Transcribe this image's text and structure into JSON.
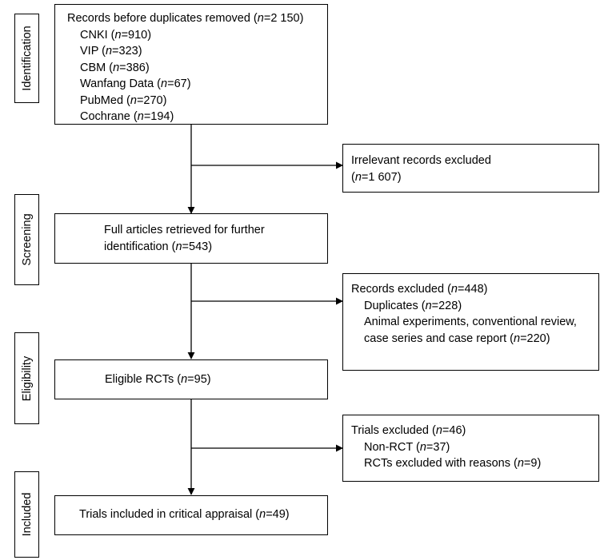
{
  "stages": [
    {
      "id": "identification",
      "label": "Identification"
    },
    {
      "id": "screening",
      "label": "Screening"
    },
    {
      "id": "eligibility",
      "label": "Eligibility"
    },
    {
      "id": "included",
      "label": "Included"
    }
  ],
  "main_boxes": [
    {
      "id": "records",
      "lines": [
        {
          "pre": "Records before duplicates removed (",
          "n": "2 150",
          "post": ")"
        },
        {
          "pre": "CNKI (",
          "n": "910",
          "post": ")"
        },
        {
          "pre": "VIP (",
          "n": "323",
          "post": ")"
        },
        {
          "pre": "CBM (",
          "n": "386",
          "post": ")"
        },
        {
          "pre": "Wanfang Data (",
          "n": "67",
          "post": ")"
        },
        {
          "pre": "PubMed (",
          "n": "270",
          "post": ")"
        },
        {
          "pre": "Cochrane (",
          "n": "194",
          "post": ")"
        }
      ]
    },
    {
      "id": "full-articles",
      "lines": [
        {
          "pre": "Full articles retrieved for further",
          "n": null,
          "post": ""
        },
        {
          "pre": "identification (",
          "n": "543",
          "post": ")"
        }
      ]
    },
    {
      "id": "eligible",
      "lines": [
        {
          "pre": "Eligible RCTs (",
          "n": "95",
          "post": ")"
        }
      ]
    },
    {
      "id": "included",
      "lines": [
        {
          "pre": "Trials included in critical appraisal (",
          "n": "49",
          "post": ")"
        }
      ]
    }
  ],
  "excluded_boxes": [
    {
      "id": "irrelevant",
      "lines": [
        {
          "pre": "Irrelevant records excluded",
          "n": null,
          "post": ""
        },
        {
          "pre": "(",
          "n": "1 607",
          "post": ")"
        }
      ]
    },
    {
      "id": "records-excluded",
      "lines": [
        {
          "pre": "Records excluded (",
          "n": "448",
          "post": ")"
        },
        {
          "pre": "Duplicates (",
          "n": "228",
          "post": ")"
        },
        {
          "pre": "Animal experiments, conventional review,",
          "n": null,
          "post": ""
        },
        {
          "pre": "case series and case report (",
          "n": "220",
          "post": ")"
        }
      ]
    },
    {
      "id": "trials-excluded",
      "lines": [
        {
          "pre": "Trials excluded (",
          "n": "46",
          "post": ")"
        },
        {
          "pre": "Non-RCT (",
          "n": "37",
          "post": ")"
        },
        {
          "pre": "RCTs excluded with reasons (",
          "n": "9",
          "post": ")"
        }
      ]
    }
  ]
}
